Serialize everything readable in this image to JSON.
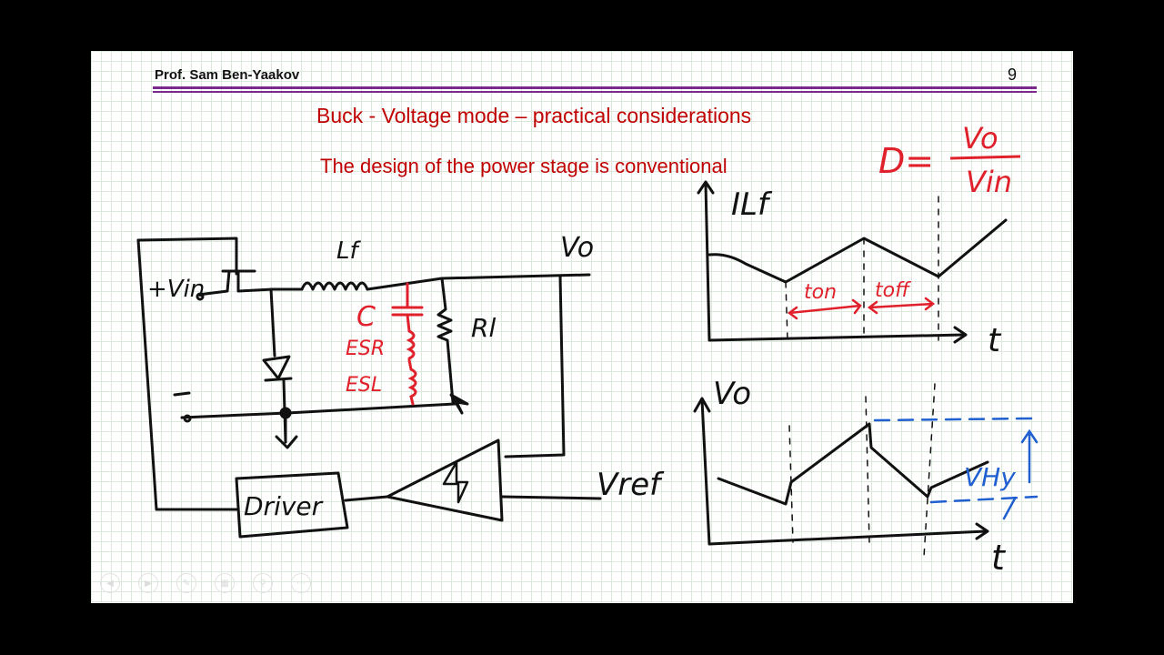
{
  "slide": {
    "author": "Prof. Sam Ben-Yaakov",
    "page_number": "9",
    "title": "Buck - Voltage mode – practical considerations",
    "subtitle": "The design of the power stage is conventional"
  },
  "annotations": {
    "duty_lhs": "D=",
    "duty_num": "Vo",
    "duty_den": "Vin",
    "vin": "+Vin",
    "lf": "Lf",
    "vo": "Vo",
    "c": "C",
    "esr": "ESR",
    "esl": "ESL",
    "rl": "Rl",
    "driver": "Driver",
    "vref": "Vref",
    "ilf_axis": "ILf",
    "t_axis": "t",
    "ton": "ton",
    "toff": "toff",
    "vo_axis": "Vo",
    "t_axis2": "t",
    "vhy": "VHy"
  },
  "colors": {
    "slide_title": "#c00000",
    "ink_black": "#111111",
    "ink_red": "#e0202a",
    "ink_blue": "#1f5fd0",
    "header_rule": "#7a2a8a"
  },
  "controls": [
    "back-icon",
    "forward-icon",
    "pen-icon",
    "slides-icon",
    "zoom-icon",
    "more-icon"
  ]
}
